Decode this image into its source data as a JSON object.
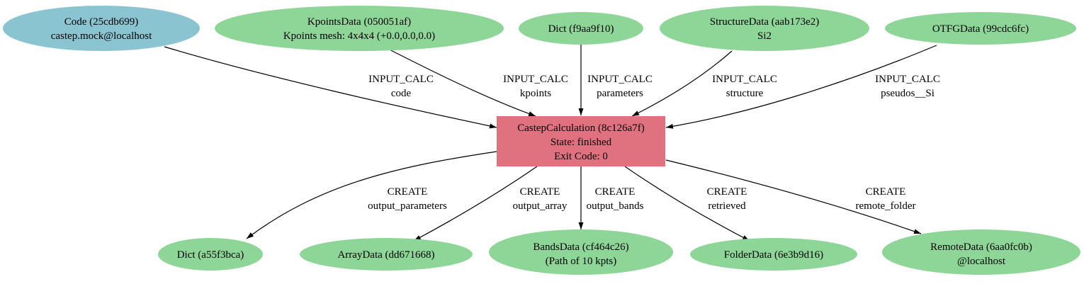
{
  "colors": {
    "code_node": "#8ac4d1",
    "data_node": "#8ed598",
    "calc_node": "#e07280",
    "edge": "#000000"
  },
  "nodes": {
    "code": {
      "line1": "Code (25cdb699)",
      "line2": "castep.mock@localhost"
    },
    "kpoints": {
      "line1": "KpointsData (050051af)",
      "line2": "Kpoints mesh: 4x4x4 (+0.0,0.0,0.0)"
    },
    "dict_in": {
      "line1": "Dict (f9aa9f10)"
    },
    "structure": {
      "line1": "StructureData (aab173e2)",
      "line2": "Si2"
    },
    "otfg": {
      "line1": "OTFGData (99cdc6fc)"
    },
    "calc": {
      "line1": "CastepCalculation (8c126a7f)",
      "line2": "State: finished",
      "line3": "Exit Code: 0"
    },
    "dict_out": {
      "line1": "Dict (a55f3bca)"
    },
    "array": {
      "line1": "ArrayData (dd671668)"
    },
    "bands": {
      "line1": "BandsData (cf464c26)",
      "line2": "(Path of 10 kpts)"
    },
    "folder": {
      "line1": "FolderData (6e3b9d16)"
    },
    "remote": {
      "line1": "RemoteData (6aa0fc0b)",
      "line2": "@localhost"
    }
  },
  "edges": {
    "code": {
      "type": "INPUT_CALC",
      "name": "code"
    },
    "kpoints": {
      "type": "INPUT_CALC",
      "name": "kpoints"
    },
    "parameters": {
      "type": "INPUT_CALC",
      "name": "parameters"
    },
    "structure": {
      "type": "INPUT_CALC",
      "name": "structure"
    },
    "pseudos": {
      "type": "INPUT_CALC",
      "name": "pseudos__Si"
    },
    "output_parameters": {
      "type": "CREATE",
      "name": "output_parameters"
    },
    "output_array": {
      "type": "CREATE",
      "name": "output_array"
    },
    "output_bands": {
      "type": "CREATE",
      "name": "output_bands"
    },
    "retrieved": {
      "type": "CREATE",
      "name": "retrieved"
    },
    "remote_folder": {
      "type": "CREATE",
      "name": "remote_folder"
    }
  }
}
